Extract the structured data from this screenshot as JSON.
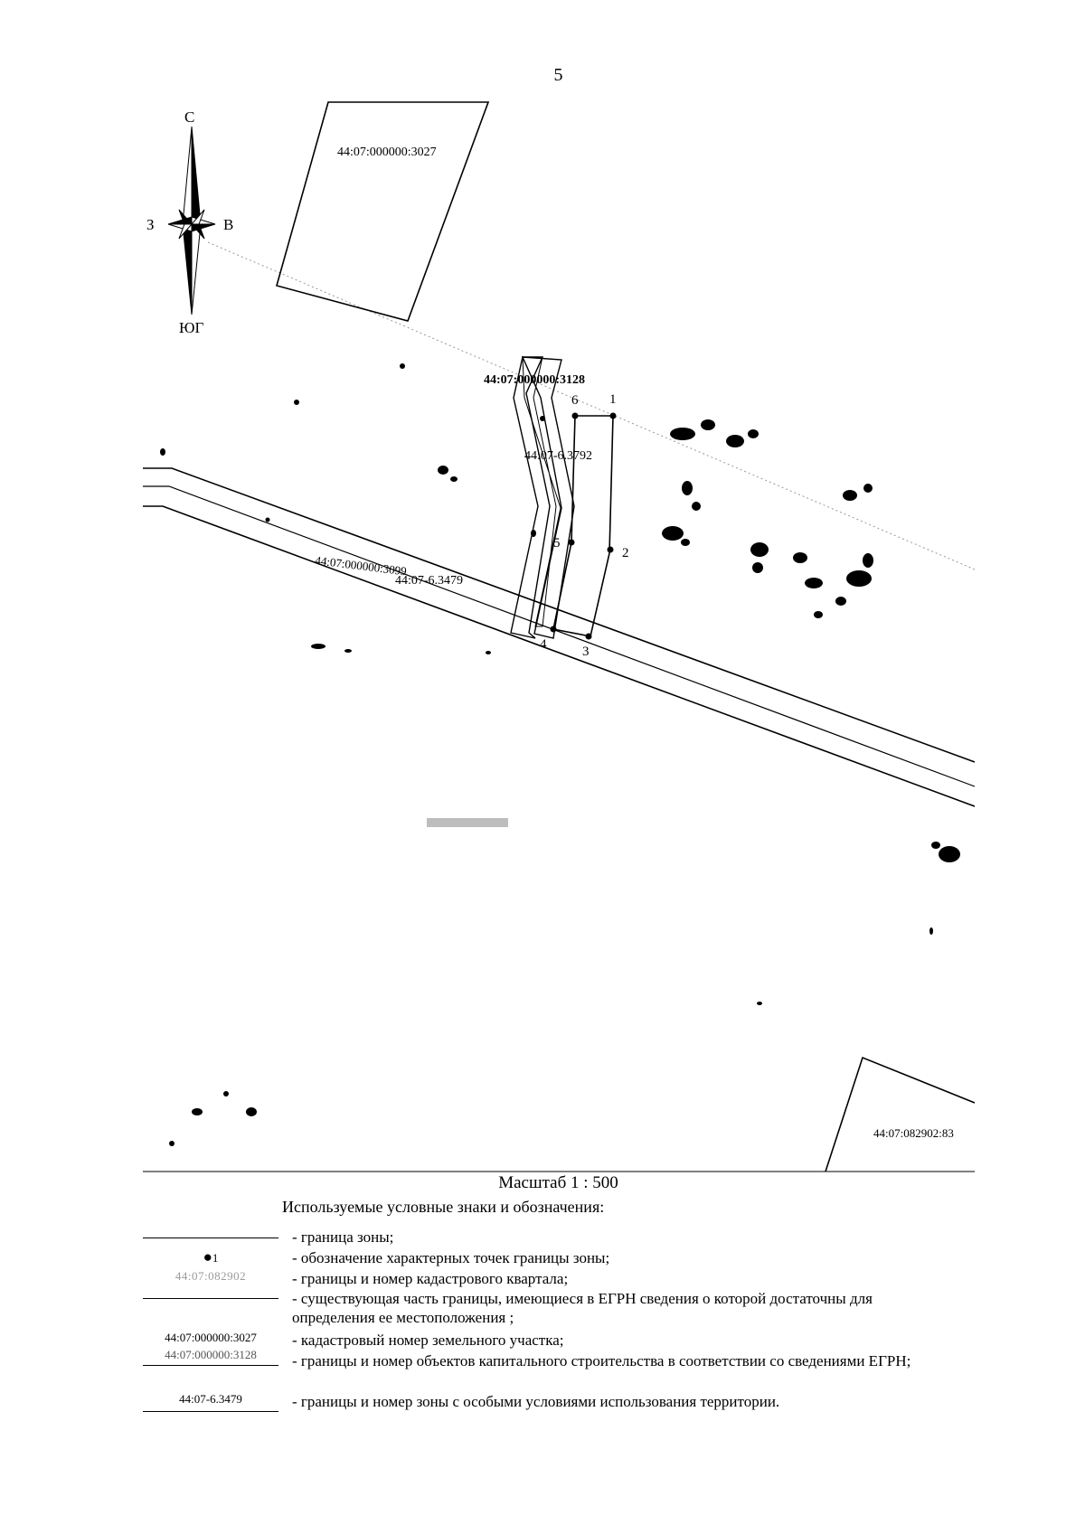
{
  "page_number": "5",
  "compass": {
    "north": "С",
    "south": "ЮГ",
    "west": "З",
    "east": "В"
  },
  "map_labels": {
    "parcel_3027": "44:07:000000:3027",
    "building_3128": "44:07:000000:3128",
    "zone_3792": "44:07-6.3792",
    "parcel_3099": "44:07:000000:3099",
    "zone_3479": "44:07-6.3479",
    "parcel_83": "44:07:082902:83"
  },
  "points": [
    "1",
    "2",
    "3",
    "4",
    "5",
    "6"
  ],
  "scale_text": "Масштаб 1 : 500",
  "legend": {
    "title": "Используемые условные знаки и обозначения:",
    "items": [
      {
        "desc": "- граница зоны;"
      },
      {
        "symbol": "1",
        "desc": "- обозначение характерных точек границы зоны;"
      },
      {
        "symbol": "44:07:082902",
        "desc": "- границы и номер кадастрового квартала;"
      },
      {
        "desc": "- существующая часть границы, имеющиеся в ЕГРН сведения о которой достаточны для определения ее местоположения ;"
      },
      {
        "symbol": "44:07:000000:3027",
        "desc": "- кадастровый номер земельного участка;"
      },
      {
        "symbol": "44:07:000000:3128",
        "desc": "- границы и номер объектов капитального строительства в соответствии со сведениями ЕГРН;"
      },
      {
        "symbol": "44:07-6.3479",
        "desc": "- границы и номер зоны с особыми условиями использования территории."
      }
    ]
  }
}
